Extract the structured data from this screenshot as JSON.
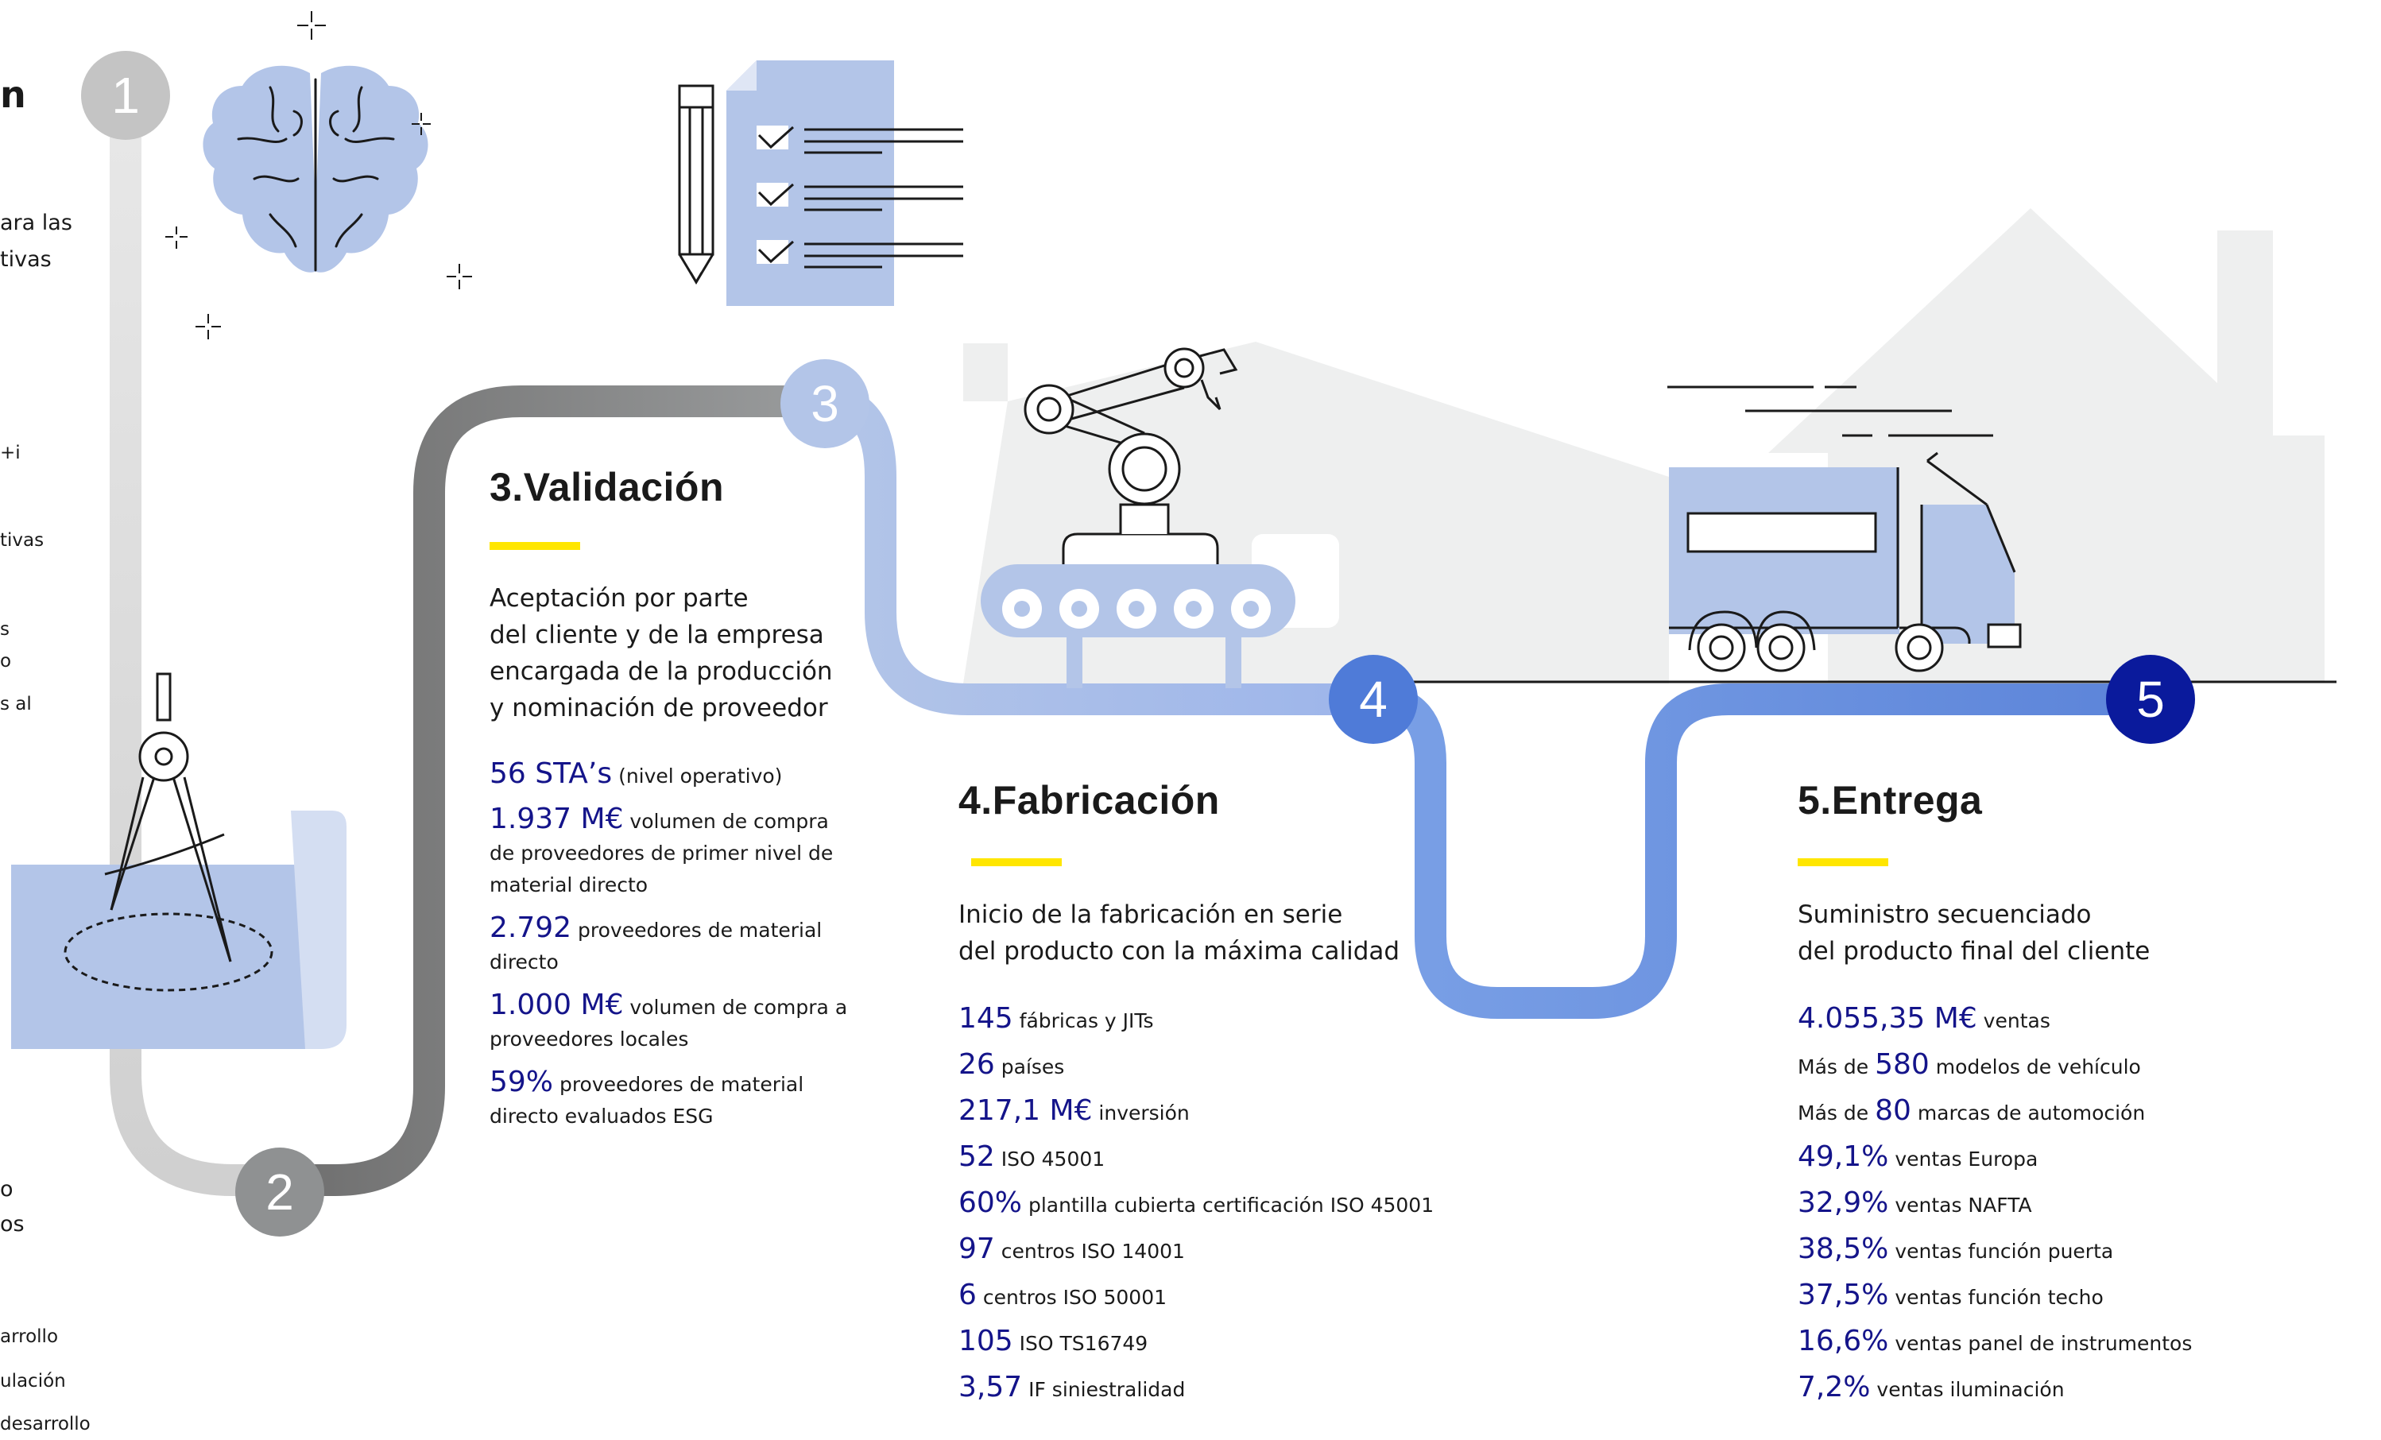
{
  "step_numbers": [
    "1",
    "2",
    "3",
    "4",
    "5"
  ],
  "left_fragments": {
    "heading_tail": "n",
    "line_a": "ara las",
    "line_b": "tivas",
    "line_c": "+i",
    "line_d": "tivas",
    "line_e": "s",
    "line_f": "o",
    "line_g": "s al",
    "line_h": "o",
    "line_i": "os",
    "line_j": "arrollo",
    "line_k": "ulación",
    "line_l": "desarrollo"
  },
  "validacion": {
    "title": "3.Validación",
    "description": [
      "Aceptación por parte",
      "del cliente y de la empresa",
      "encargada de la producción",
      "y nominación de proveedor"
    ],
    "stats": [
      {
        "value": "56 STA’s",
        "label": " (nivel operativo)"
      },
      {
        "value": "1.937 M€",
        "label": " volumen de compra de proveedores de primer nivel de material directo"
      },
      {
        "value": "2.792",
        "label": " proveedores de material directo"
      },
      {
        "value": "1.000 M€",
        "label": " volumen de compra a proveedores locales"
      },
      {
        "value": "59%",
        "label": " proveedores de material directo evaluados ESG"
      }
    ]
  },
  "fabricacion": {
    "title": "4.Fabricación",
    "description": [
      "Inicio de la fabricación en serie",
      "del producto con la máxima calidad"
    ],
    "stats": [
      {
        "value": "145",
        "label": " fábricas y JITs"
      },
      {
        "value": "26",
        "label": " países"
      },
      {
        "value": "217,1 M€",
        "label": " inversión"
      },
      {
        "value": "52",
        "label": " ISO 45001"
      },
      {
        "value": "60%",
        "label": " plantilla cubierta certificación ISO 45001"
      },
      {
        "value": "97",
        "label": " centros ISO 14001"
      },
      {
        "value": "6",
        "label": " centros ISO 50001"
      },
      {
        "value": "105",
        "label": " ISO TS16749"
      },
      {
        "value": "3,57",
        "label": " IF siniestralidad"
      }
    ]
  },
  "entrega": {
    "title": "5.Entrega",
    "description": [
      "Suministro secuenciado",
      "del producto final del cliente"
    ],
    "stats": [
      {
        "prefix": "",
        "value": "4.055,35 M€",
        "label": " ventas"
      },
      {
        "prefix": "Más de ",
        "value": "580",
        "label": " modelos de vehículo"
      },
      {
        "prefix": "Más de ",
        "value": "80",
        "label": " marcas de automoción"
      },
      {
        "prefix": "",
        "value": "49,1%",
        "label": " ventas Europa"
      },
      {
        "prefix": "",
        "value": "32,9%",
        "label": " ventas NAFTA"
      },
      {
        "prefix": "",
        "value": "38,5%",
        "label": " ventas función puerta"
      },
      {
        "prefix": "",
        "value": "37,5%",
        "label": " ventas función techo"
      },
      {
        "prefix": "",
        "value": "16,6%",
        "label": " ventas panel de instrumentos"
      },
      {
        "prefix": "",
        "value": "7,2%",
        "label": " ventas iluminación"
      }
    ]
  },
  "colors": {
    "accent_yellow": "#ffe600",
    "number_blue": "#14148a",
    "step1_grey": "#c4c4c4",
    "step2_grey": "#8f9192",
    "step3_blue": "#b3c5e8",
    "step4_blue": "#4f7bd8",
    "step5_navy": "#0a1a9c"
  },
  "icons": [
    "brain-icon",
    "checklist-icon",
    "pencil-icon",
    "drafting-compass-icon",
    "blueprint-icon",
    "robot-arm-icon",
    "conveyor-icon",
    "factory-icon",
    "house-icon",
    "truck-icon"
  ]
}
